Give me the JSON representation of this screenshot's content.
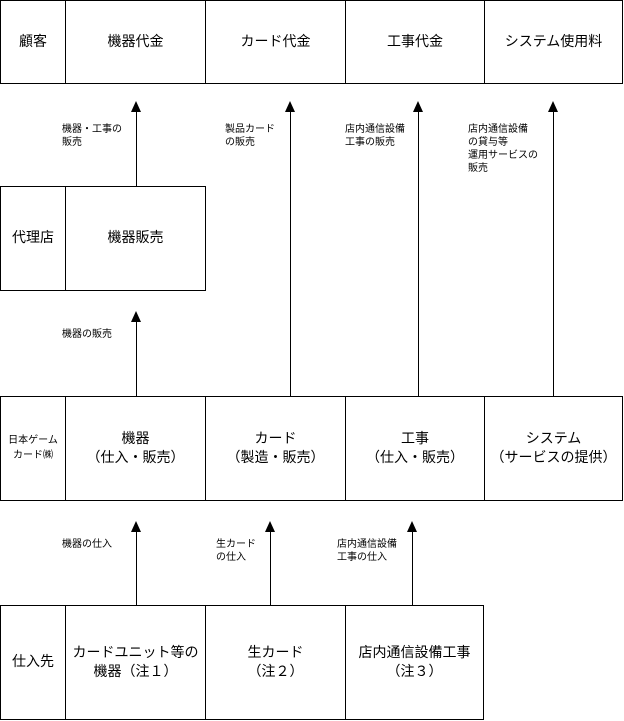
{
  "customer_row": {
    "label": "顧客",
    "cells": [
      "機器代金",
      "カード代金",
      "工事代金",
      "システム使用料"
    ]
  },
  "agent_row": {
    "label": "代理店",
    "cell": "機器販売"
  },
  "company_row": {
    "label_lines": [
      "日本ゲーム",
      "カード㈱"
    ],
    "cells": [
      {
        "lines": [
          "機器",
          "（仕入・販売）"
        ]
      },
      {
        "lines": [
          "カード",
          "（製造・販売）"
        ]
      },
      {
        "lines": [
          "工事",
          "（仕入・販売）"
        ]
      },
      {
        "lines": [
          "システム",
          "（サービスの提供）"
        ]
      }
    ]
  },
  "supplier_row": {
    "label": "仕入先",
    "cells": [
      {
        "lines": [
          "カードユニット等の",
          "機器（注１）"
        ]
      },
      {
        "lines": [
          "生カード",
          "（注２）"
        ]
      },
      {
        "lines": [
          "店内通信設備工事",
          "（注３）"
        ]
      }
    ]
  },
  "flows": {
    "agent_to_customer": [
      "機器・工事の",
      "販売"
    ],
    "card_to_customer": [
      "製品カード",
      "の販売"
    ],
    "work_to_customer": [
      "店内通信設備",
      "工事の販売"
    ],
    "system_to_customer": [
      "店内通信設備",
      "の貸与等",
      "運用サービスの",
      "販売"
    ],
    "company_to_agent": [
      "機器の販売"
    ],
    "supplier_machine": [
      "機器の仕入"
    ],
    "supplier_card": [
      "生カード",
      "の仕入"
    ],
    "supplier_work": [
      "店内通信設備",
      "工事の仕入"
    ]
  }
}
